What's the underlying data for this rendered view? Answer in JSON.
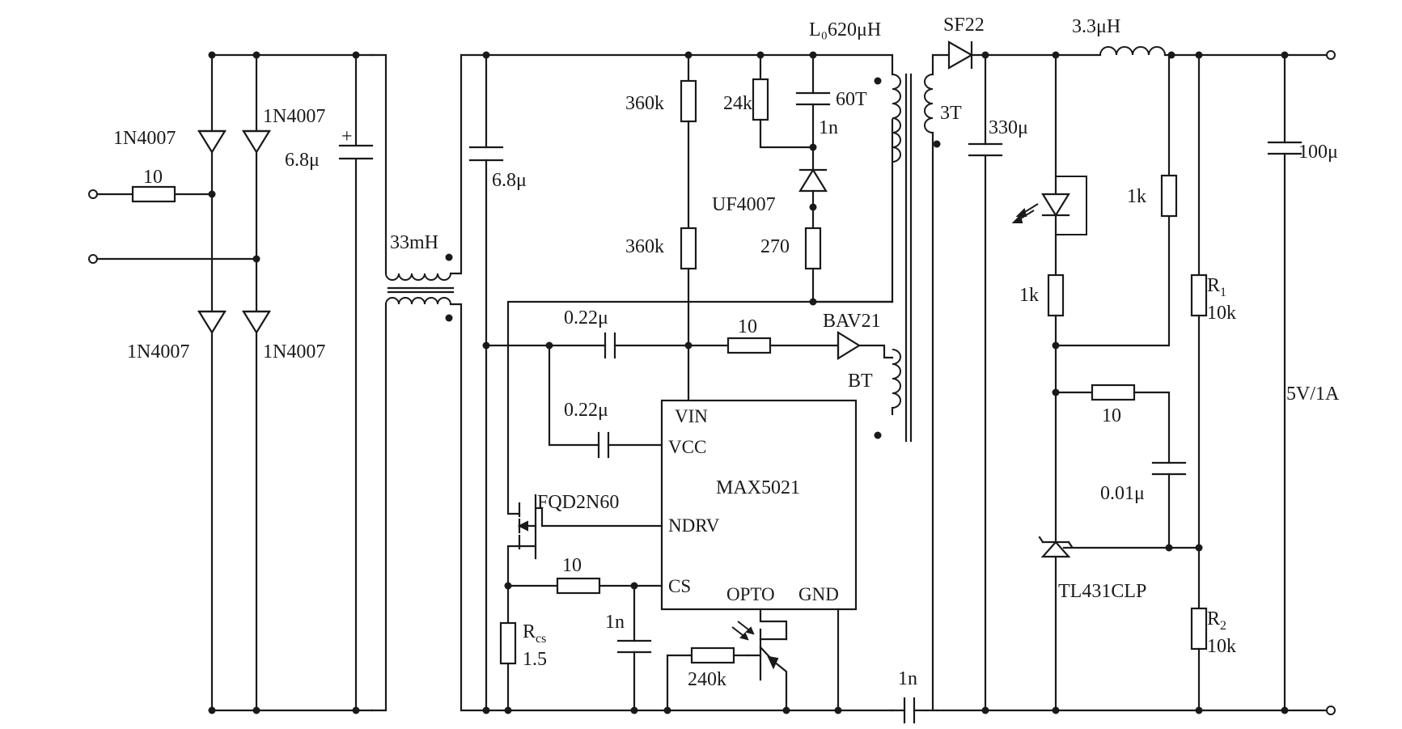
{
  "labels": {
    "d1": "1N4007",
    "d2": "1N4007",
    "d3": "1N4007",
    "d4": "1N4007",
    "r_in": "10",
    "c_bulk1": "6.8μ",
    "c_bulk1_polarity": "+",
    "choke": "33mH",
    "c_bulk2": "6.8μ",
    "r_start1": "360k",
    "r_start2": "360k",
    "r_snub": "24k",
    "c_snub": "1n",
    "d_snub": "UF4007",
    "r_snub2": "270",
    "xfmr_primary": "L₀620μH",
    "xfmr_primary_turns": "60T",
    "xfmr_secondary_turns": "3T",
    "xfmr_bias": "BT",
    "d_out": "SF22",
    "l_out": "3.3μH",
    "c_out1": "330μ",
    "c_out2": "100μ",
    "c_vin": "0.22μ",
    "r_vin": "10",
    "d_bias": "BAV21",
    "c_vcc": "0.22μ",
    "mosfet": "FQD2N60",
    "r_gate": "10",
    "c_cs": "1n",
    "r_cs_name": "R",
    "r_cs_sub": "cs",
    "r_cs_value": "1.5",
    "r_opto": "240k",
    "c_y": "1n",
    "r_led": "1k",
    "r_led2": "1k",
    "r_fb": "10",
    "c_fb": "0.01μ",
    "shunt_ref": "TL431CLP",
    "r1_name": "R",
    "r1_sub": "1",
    "r1_value": "10k",
    "r2_name": "R",
    "r2_sub": "2",
    "r2_value": "10k",
    "output_rating": "5V/1A"
  },
  "ic": {
    "name": "MAX5021",
    "pin_vin": "VIN",
    "pin_vcc": "VCC",
    "pin_ndrv": "NDRV",
    "pin_cs": "CS",
    "pin_opto": "OPTO",
    "pin_gnd": "GND"
  }
}
